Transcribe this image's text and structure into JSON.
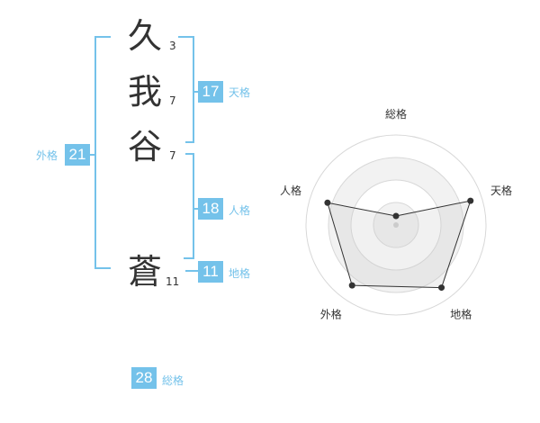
{
  "name": {
    "kanji": [
      {
        "char": "久",
        "strokes": "3"
      },
      {
        "char": "我",
        "strokes": "7"
      },
      {
        "char": "谷",
        "strokes": "7"
      },
      {
        "char": "蒼",
        "strokes": "11"
      }
    ]
  },
  "kakusu": {
    "tenkaku": {
      "value": "17",
      "label": "天格"
    },
    "jinkaku": {
      "value": "18",
      "label": "人格"
    },
    "chikaku": {
      "value": "11",
      "label": "地格"
    },
    "gaikaku": {
      "value": "21",
      "label": "外格"
    },
    "soukaku": {
      "value": "28",
      "label": "総格"
    }
  },
  "colors": {
    "accent": "#74c2ea",
    "text": "#333333"
  },
  "chart_data": {
    "type": "radar",
    "axes": [
      "総格",
      "天格",
      "地格",
      "外格",
      "人格"
    ],
    "values": [
      0.1,
      0.87,
      0.86,
      0.83,
      0.8
    ],
    "range": [
      0,
      1
    ],
    "rings": 4
  }
}
